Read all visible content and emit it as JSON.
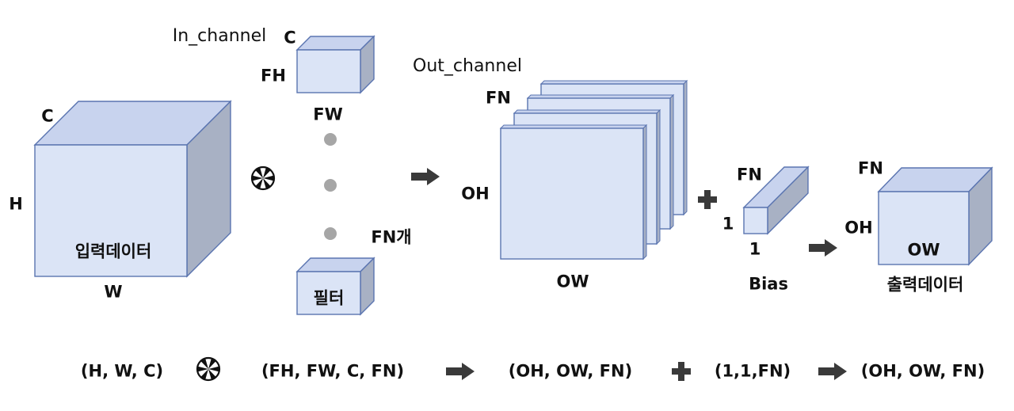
{
  "colors": {
    "front": "#dbe4f6",
    "top": "#c8d3ee",
    "side": "#a8b1c4",
    "stroke": "#5a74b0",
    "dot": "#a6a6a6",
    "arrow": "#3a3a3a"
  },
  "input": {
    "channel": "C",
    "height": "H",
    "width": "W",
    "title": "입력데이터"
  },
  "filter": {
    "in_channel": "In_channel",
    "channel": "C",
    "height": "FH",
    "width": "FW",
    "count": "FN개",
    "title": "필터"
  },
  "conv_output": {
    "out_channel": "Out_channel",
    "depth": "FN",
    "height": "OH",
    "width": "OW"
  },
  "bias": {
    "depth": "FN",
    "height": "1",
    "width": "1",
    "title": "Bias"
  },
  "output": {
    "depth": "FN",
    "height": "OH",
    "width": "OW",
    "title": "출력데이터"
  },
  "formula": {
    "input_shape": "(H, W, C)",
    "filter_shape": "(FH, FW, C, FN)",
    "conv_shape": "(OH, OW, FN)",
    "bias_shape": "(1,1,FN)",
    "output_shape": "(OH, OW, FN)"
  }
}
